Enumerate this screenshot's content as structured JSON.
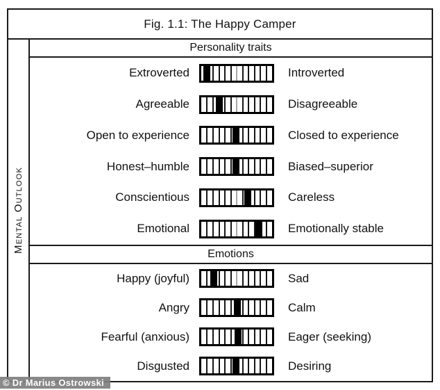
{
  "watermark": "© Dr Marius Ostrowski",
  "colors": {
    "border": "#1a1a1a",
    "marker": "#000000",
    "tick": "#161616",
    "mid_tick": "#a8a8a8",
    "watermark_bg": "#7f7f7f",
    "watermark_text": "#ffffff"
  },
  "chart_data": {
    "type": "table",
    "title": "Fig. 1.1: The Happy Camper",
    "side_label": "Mental Outlook",
    "scale_cells": 12,
    "scale_range": [
      0,
      1
    ],
    "sections": [
      {
        "header": "Personality traits",
        "rows": [
          {
            "left": "Extroverted",
            "right": "Introverted",
            "position": 0.08
          },
          {
            "left": "Agreeable",
            "right": "Disagreeable",
            "position": 0.25
          },
          {
            "left": "Open to experience",
            "right": "Closed to experience",
            "position": 0.49
          },
          {
            "left": "Honest–humble",
            "right": "Biased–superior",
            "position": 0.49
          },
          {
            "left": "Conscientious",
            "right": "Careless",
            "position": 0.655
          },
          {
            "left": "Emotional",
            "right": "Emotionally stable",
            "position": 0.81
          }
        ]
      },
      {
        "header": "Emotions",
        "rows": [
          {
            "left": "Happy (joyful)",
            "right": "Sad",
            "position": 0.175
          },
          {
            "left": "Angry",
            "right": "Calm",
            "position": 0.505
          },
          {
            "left": "Fearful (anxious)",
            "right": "Eager (seeking)",
            "position": 0.515
          },
          {
            "left": "Disgusted",
            "right": "Desiring",
            "position": 0.49
          }
        ]
      }
    ]
  }
}
